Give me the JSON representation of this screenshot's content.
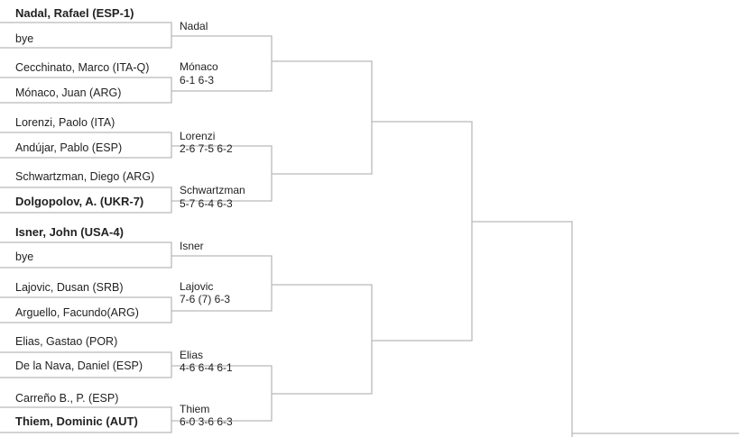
{
  "round1": [
    {
      "name": "Nadal, Rafael (ESP-1)",
      "seed": true
    },
    {
      "name": "bye",
      "seed": false
    },
    {
      "name": "Cecchinato, Marco (ITA-Q)",
      "seed": false
    },
    {
      "name": "Mónaco, Juan (ARG)",
      "seed": false
    },
    {
      "name": "Lorenzi, Paolo (ITA)",
      "seed": false
    },
    {
      "name": "Andújar, Pablo (ESP)",
      "seed": false
    },
    {
      "name": "Schwartzman, Diego (ARG)",
      "seed": false
    },
    {
      "name": "Dolgopolov, A. (UKR-7)",
      "seed": true
    },
    {
      "name": "Isner, John (USA-4)",
      "seed": true
    },
    {
      "name": "bye",
      "seed": false
    },
    {
      "name": "Lajovic, Dusan (SRB)",
      "seed": false
    },
    {
      "name": "Arguello, Facundo(ARG)",
      "seed": false
    },
    {
      "name": "Elias, Gastao (POR)",
      "seed": false
    },
    {
      "name": "De la Nava, Daniel (ESP)",
      "seed": false
    },
    {
      "name": "Carreño B., P. (ESP)",
      "seed": false
    },
    {
      "name": "Thiem, Dominic (AUT)",
      "seed": true
    }
  ],
  "round2": [
    {
      "winner": "Nadal",
      "score": ""
    },
    {
      "winner": "Mónaco",
      "score": "6-1 6-3"
    },
    {
      "winner": "Lorenzi",
      "score": "2-6 7-5 6-2"
    },
    {
      "winner": "Schwartzman",
      "score": "5-7 6-4 6-3"
    },
    {
      "winner": "Isner",
      "score": ""
    },
    {
      "winner": "Lajovic",
      "score": "7-6 (7) 6-3"
    },
    {
      "winner": "Elias",
      "score": "4-6 6-4 6-1"
    },
    {
      "winner": "Thiem",
      "score": "6-0 3-6 6-3"
    }
  ]
}
